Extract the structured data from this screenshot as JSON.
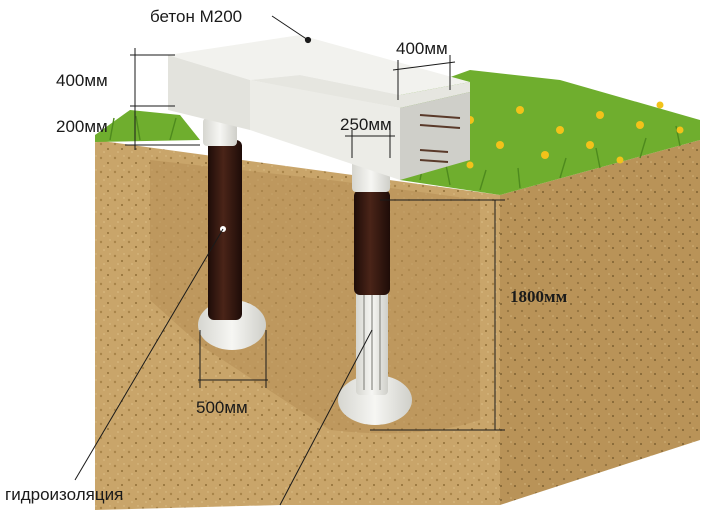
{
  "labels": {
    "concrete": "бетон М200",
    "beam_height": "400мм",
    "beam_width": "400мм",
    "sand_layer": "200мм",
    "pile_diameter": "250мм",
    "pile_depth": "1800мм",
    "base_width": "500мм",
    "waterproofing": "гидроизоляция"
  },
  "colors": {
    "soil": "#c9a56a",
    "soil_dark": "#a88449",
    "soil_side": "#b99358",
    "grass": "#6fae2e",
    "grass_dark": "#4e8a1e",
    "concrete": "#eeeeea",
    "concrete_shade": "#d2d2cc",
    "waterproofing": "#3a1a12",
    "flower": "#f2c21a",
    "line": "#1a1a1a"
  }
}
